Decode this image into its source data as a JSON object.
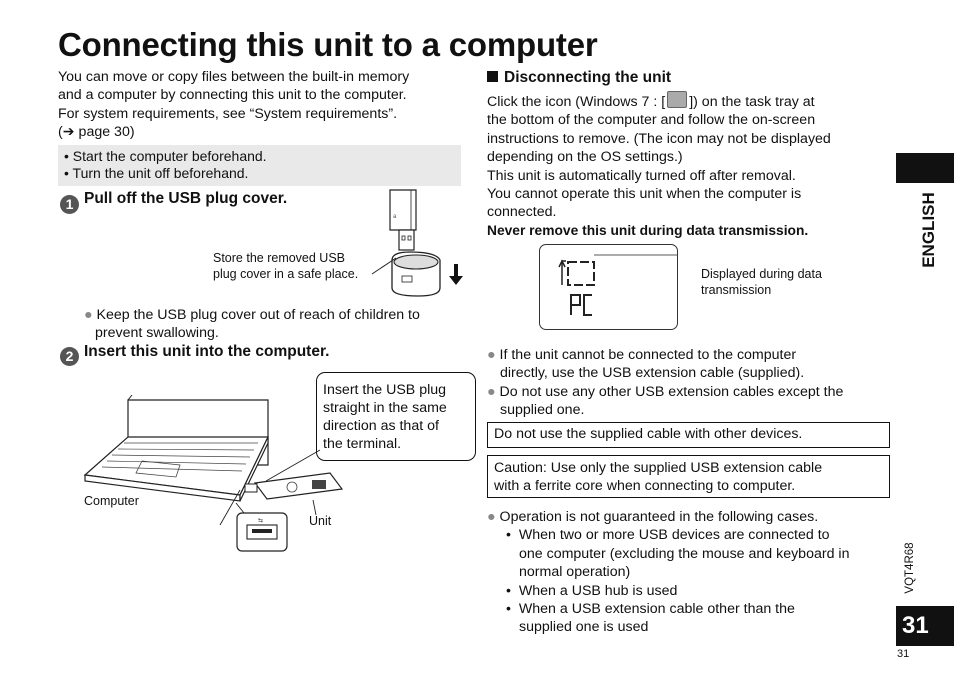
{
  "page": {
    "title": "Connecting this unit to a computer",
    "intro": [
      "You can move or copy files between the built-in memory",
      "and a computer by connecting this unit to the computer.",
      "For system requirements, see “System requirements”.",
      "(➔ page 30)"
    ],
    "prep": [
      "•  Start the computer beforehand.",
      "•  Turn the unit off beforehand."
    ]
  },
  "step1": {
    "number": "1",
    "title": "Pull off the USB plug cover.",
    "caption_lines": [
      "Store the removed USB",
      "plug cover in a safe place."
    ],
    "note_lines": [
      "Keep the USB plug cover out of reach of children to",
      "prevent swallowing."
    ]
  },
  "step2": {
    "number": "2",
    "title": "Insert this unit into the computer.",
    "callout_lines": [
      "Insert the USB plug",
      "straight in the same",
      "direction as that of",
      "the terminal."
    ],
    "label_computer": "Computer",
    "label_unit": "Unit"
  },
  "disconnect": {
    "heading": "Disconnecting the unit",
    "para_lines": [
      "Click the icon (Windows 7 : [",
      "]) on the task tray at",
      "the bottom of the computer and follow the on-screen",
      "instructions to remove. (The icon may not be displayed",
      "depending on the OS settings.)",
      "This unit is automatically turned off after removal.",
      "You cannot operate this unit when the computer is",
      "connected."
    ],
    "warning": "Never remove this unit during data transmission.",
    "lcd_caption_lines": [
      "Displayed during data",
      "transmission"
    ]
  },
  "notes": {
    "bullets": [
      [
        "If the unit cannot be connected to the computer",
        "directly, use the USB extension cable (supplied)."
      ],
      [
        "Do not use any other USB extension cables except the",
        "supplied one."
      ]
    ],
    "box1": "Do not use the supplied cable with other devices.",
    "box2_lines": [
      "Caution: Use only the supplied USB extension cable",
      "with a ferrite core when connecting to computer."
    ],
    "guarantee": "Operation is not guaranteed in the following cases.",
    "cases": [
      [
        "When two or more USB devices are connected to",
        "one computer (excluding the mouse and keyboard in",
        "normal operation)"
      ],
      [
        "When a USB hub is used"
      ],
      [
        "When a USB extension cable other than the",
        "supplied one is used"
      ]
    ]
  },
  "side": {
    "language": "ENGLISH",
    "code": "VQT4R68",
    "page_number": "31",
    "page_small": "31"
  },
  "colors": {
    "tab": "#111111",
    "badge": "#555555",
    "gray_box": "#e9e9e9"
  }
}
